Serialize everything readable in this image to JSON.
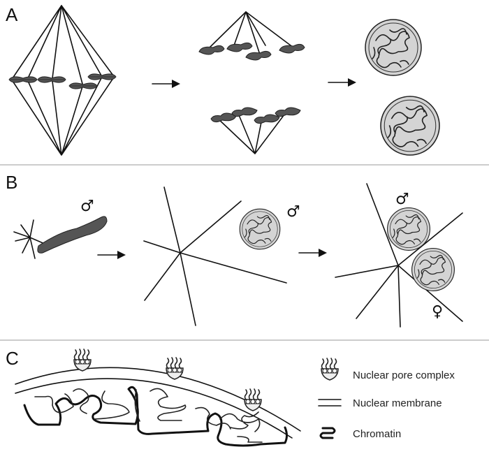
{
  "panels": {
    "a": {
      "label": "A"
    },
    "b": {
      "label": "B",
      "male_symbol_1": "♂",
      "male_symbol_2": "♂",
      "male_symbol_3": "♂",
      "female_symbol": "♀"
    },
    "c": {
      "label": "C"
    }
  },
  "legend": {
    "items": [
      {
        "icon": "nuclear-pore-complex-icon",
        "label": "Nuclear pore complex"
      },
      {
        "icon": "nuclear-membrane-icon",
        "label": "Nuclear membrane"
      },
      {
        "icon": "chromatin-icon",
        "label": "Chromatin"
      }
    ]
  }
}
